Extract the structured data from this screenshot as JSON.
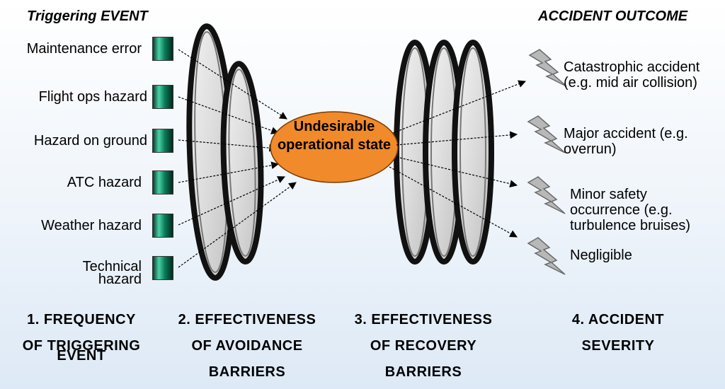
{
  "headers": {
    "trigger": "Triggering EVENT",
    "outcome": "ACCIDENT OUTCOME"
  },
  "triggers": [
    "Maintenance error",
    "Flight ops hazard",
    "Hazard on ground",
    "ATC hazard",
    "Weather hazard",
    "Technical hazard"
  ],
  "center_state": "Undesirable operational state",
  "outcomes": [
    "Catastrophic accident (e.g. mid air collision)",
    "Major accident (e.g. overrun)",
    "Minor safety occurrence (e.g. turbulence bruises)",
    "Negligible"
  ],
  "footer": {
    "frequency": [
      "1. FREQUENCY",
      "OF TRIGGERING",
      "EVENT"
    ],
    "avoidance": [
      "2. EFFECTIVENESS",
      "OF AVOIDANCE",
      "BARRIERS"
    ],
    "recovery": [
      "3. EFFECTIVENESS",
      "OF RECOVERY",
      "BARRIERS"
    ],
    "severity": [
      "4. ACCIDENT",
      "SEVERITY"
    ]
  },
  "colors": {
    "center_fill": "#f08a2a",
    "barrier_ring": "#111111",
    "lightning": "#b8b8b8"
  }
}
